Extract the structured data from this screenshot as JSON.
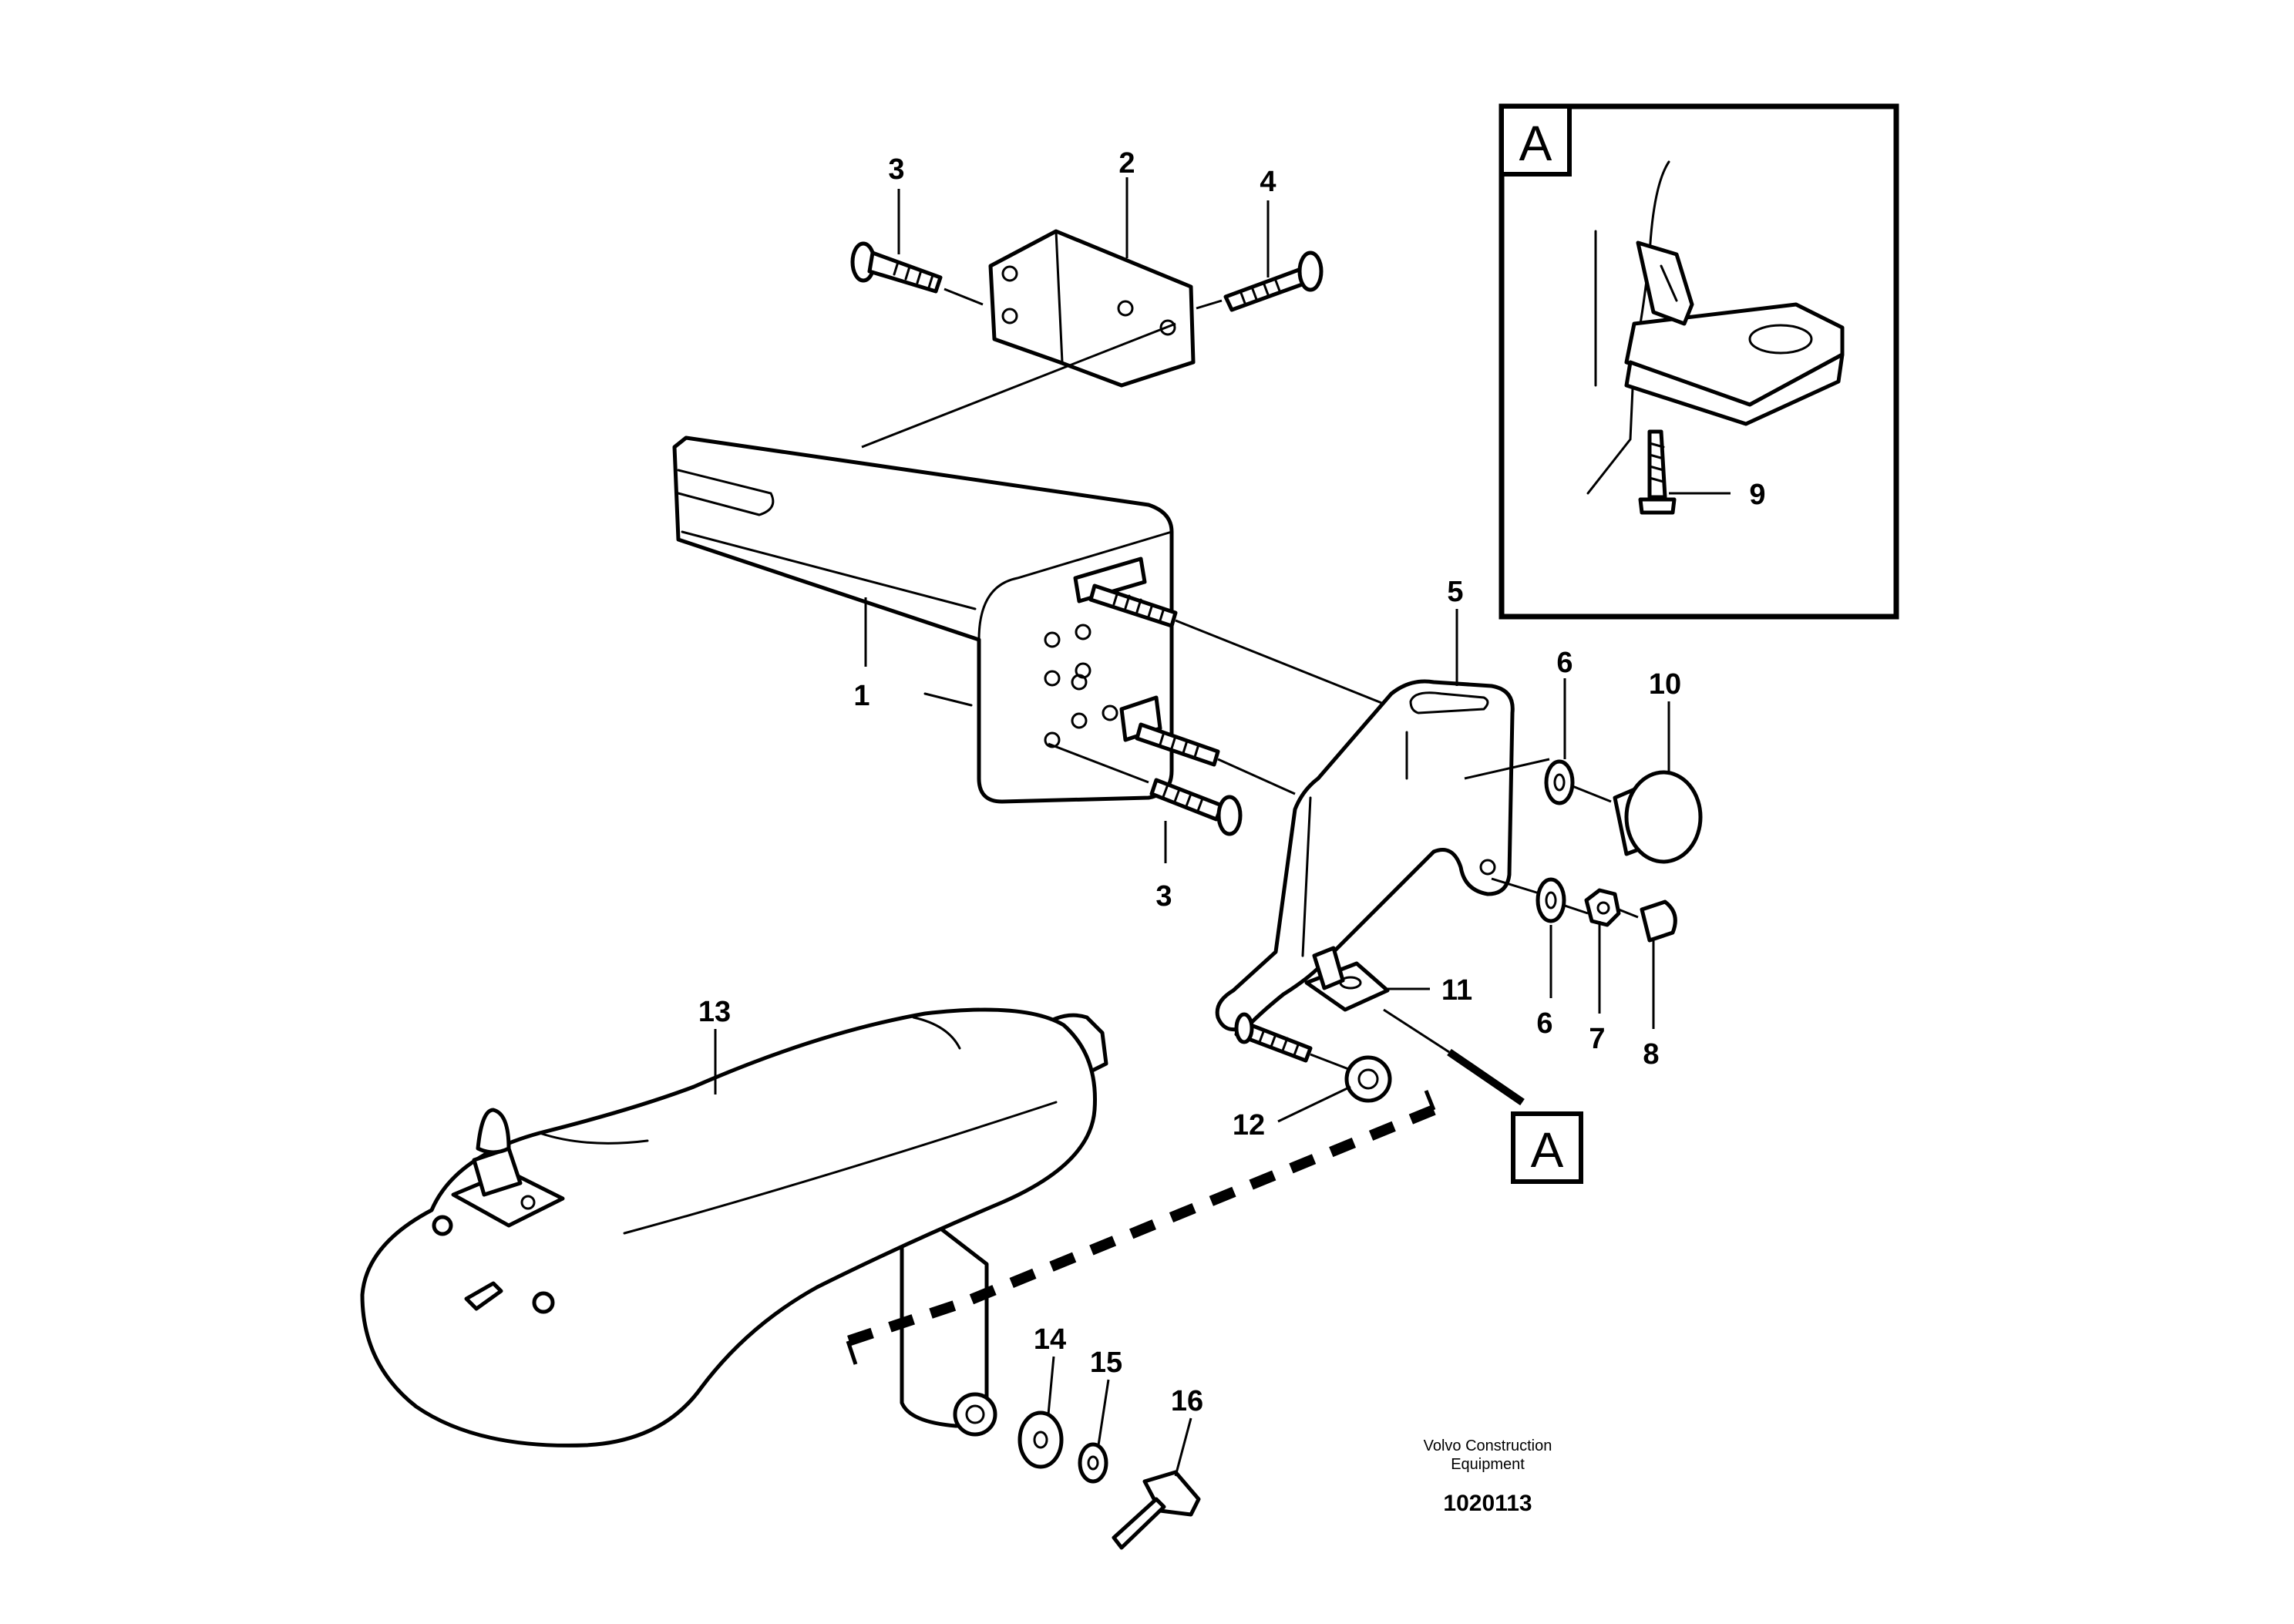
{
  "detail_view": {
    "label": "A"
  },
  "detail_reference": {
    "label": "A"
  },
  "callouts": {
    "c1": "1",
    "c2": "2",
    "c3a": "3",
    "c3b": "3",
    "c4": "4",
    "c5": "5",
    "c6a": "6",
    "c6b": "6",
    "c7": "7",
    "c8": "8",
    "c9": "9",
    "c10": "10",
    "c11": "11",
    "c12": "12",
    "c13": "13",
    "c14": "14",
    "c15": "15",
    "c16": "16"
  },
  "credit": {
    "line1": "Volvo Construction",
    "line2": "Equipment"
  },
  "drawing_number": "1020113"
}
